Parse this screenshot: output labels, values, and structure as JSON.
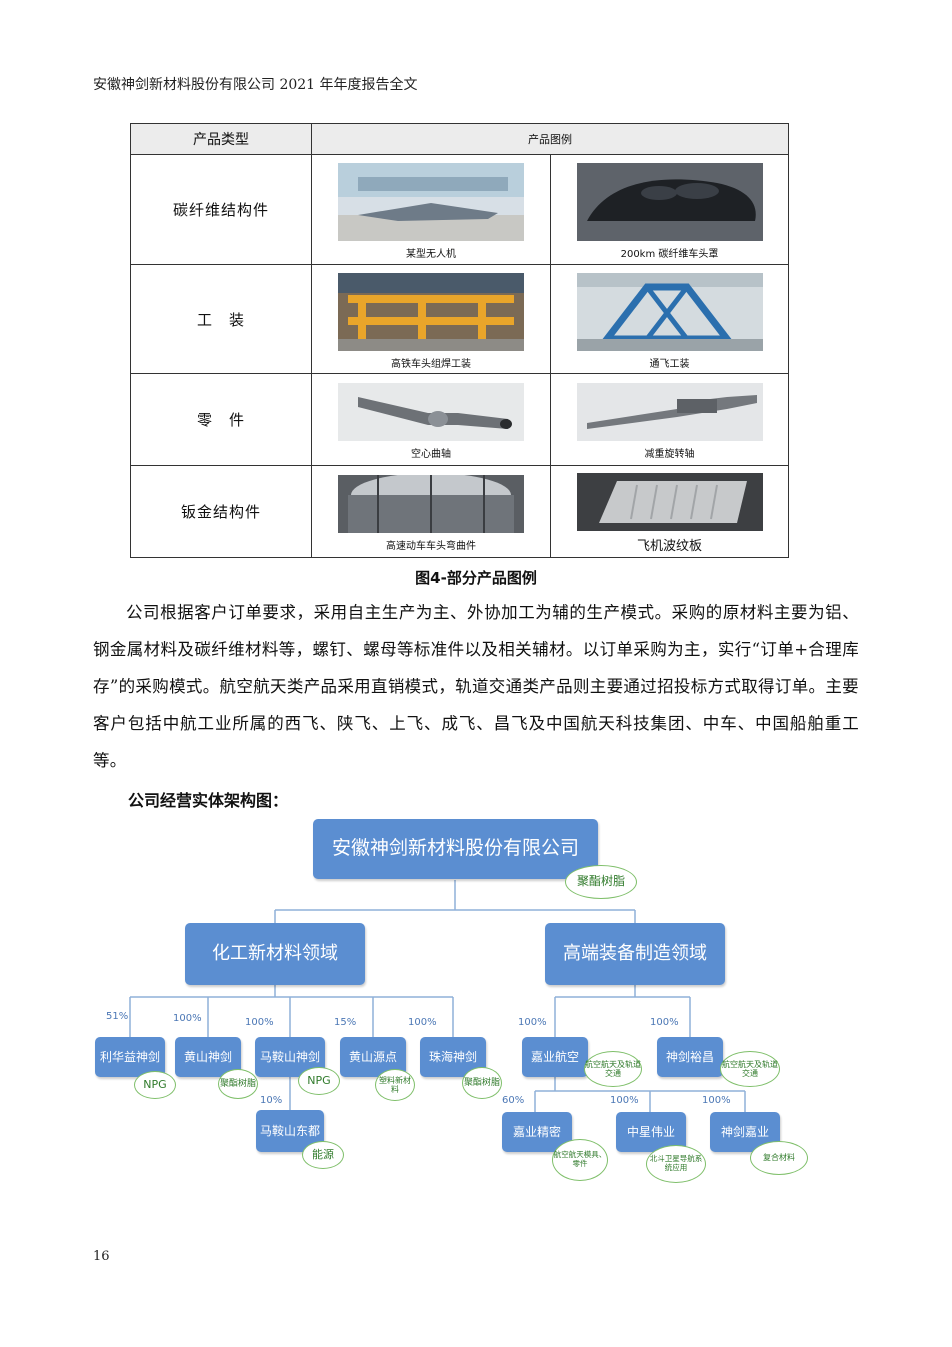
{
  "header": "安徽神剑新材料股份有限公司 2021 年年度报告全文",
  "table": {
    "col1_header": "产品类型",
    "col2_header": "产品图例",
    "rows": [
      {
        "category": "碳纤维结构件",
        "items": [
          "某型无人机",
          "200km 碳纤维车头罩"
        ]
      },
      {
        "category": "工　装",
        "items": [
          "高铁车头组焊工装",
          "通飞工装"
        ]
      },
      {
        "category": "零　件",
        "items": [
          "空心曲轴",
          "减重旋转轴"
        ]
      },
      {
        "category": "钣金结构件",
        "items": [
          "高速动车车头弯曲件",
          "飞机波纹板"
        ]
      }
    ]
  },
  "figure_caption": "图4-部分产品图例",
  "paragraph": "公司根据客户订单要求，采用自主生产为主、外协加工为辅的生产模式。采购的原材料主要为铝、钢金属材料及碳纤维材料等，螺钉、螺母等标准件以及相关辅材。以订单采购为主，实行“订单+合理库存”的采购模式。航空航天类产品采用直销模式，轨道交通类产品则主要通过招投标方式取得订单。主要客户包括中航工业所属的西飞、陕飞、上飞、成飞、昌飞及中国航天科技集团、中车、中国船舶重工等。",
  "org_heading": "公司经营实体架构图：",
  "org": {
    "root": "安徽神剑新材料股份有限公司",
    "root_tag": "聚酯树脂",
    "domains": [
      "化工新材料领域",
      "高端装备制造领域"
    ],
    "chem": [
      {
        "name": "利华益神剑",
        "pct": "51%",
        "tag": "NPG"
      },
      {
        "name": "黄山神剑",
        "pct": "100%",
        "tag": "聚酯树脂"
      },
      {
        "name": "马鞍山神剑",
        "pct": "100%",
        "tag": "NPG"
      },
      {
        "name": "黄山源点",
        "pct": "15%",
        "tag": "塑料新材料"
      },
      {
        "name": "珠海神剑",
        "pct": "100%",
        "tag": "聚酯树脂"
      }
    ],
    "masub": {
      "name": "马鞍山东都",
      "pct": "10%",
      "tag": "能源"
    },
    "equip": [
      {
        "name": "嘉业航空",
        "pct": "100%",
        "tag": "航空航天及轨道交通"
      },
      {
        "name": "神剑裕昌",
        "pct": "100%",
        "tag": "航空航天及轨道交通"
      }
    ],
    "jiaye": [
      {
        "name": "嘉业精密",
        "pct": "60%",
        "tag": "航空航天模具、零件"
      },
      {
        "name": "中星伟业",
        "pct": "100%",
        "tag": "北斗卫星导航系统应用"
      },
      {
        "name": "神剑嘉业",
        "pct": "100%",
        "tag": "复合材料"
      }
    ]
  },
  "page_number": "16"
}
